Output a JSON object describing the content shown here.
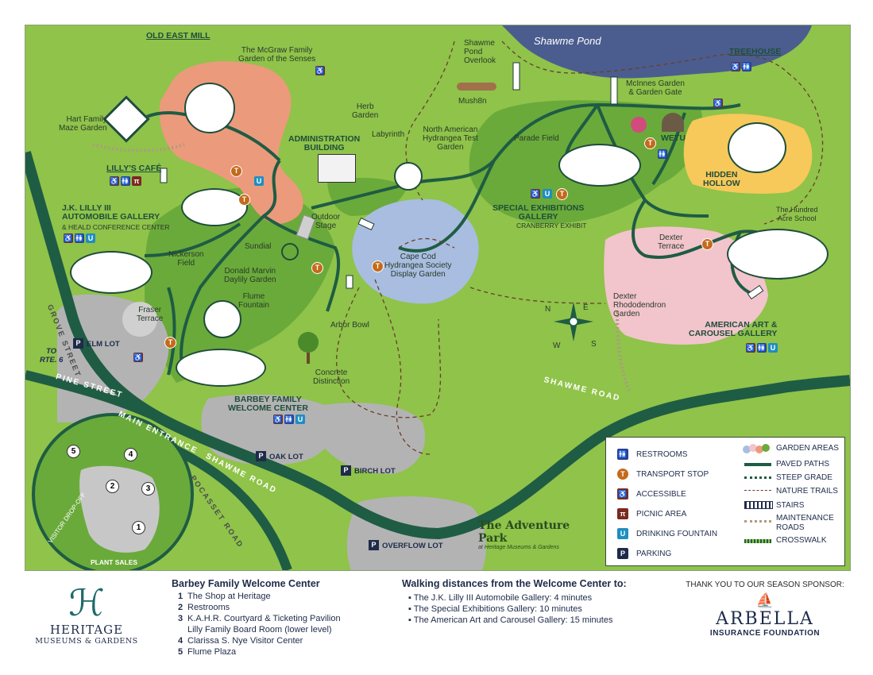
{
  "colors": {
    "grass": "#8fc34a",
    "dark_grass": "#6aaa3a",
    "pond": "#4b5d8f",
    "path": "#1f5c44",
    "road": "#1f5c44",
    "orange_garden": "#ec9a7c",
    "yellow_garden": "#f7c85a",
    "pink_garden": "#f2c4cc",
    "blue_garden": "#a8bde0",
    "parking": "#b3b3b3",
    "heading": "#1f4d3a",
    "navy": "#1e2b4a"
  },
  "map": {
    "water": {
      "pond": "Shawme Pond"
    },
    "labels": {
      "old_east_mill": "OLD EAST MILL",
      "mcgraw": "The McGraw Family\nGarden of the Senses",
      "hart_maze": "Hart Family\nMaze Garden",
      "lillys_cafe": "LILLY'S CAFÉ",
      "automobile_gallery": "J.K. LILLY III\nAUTOMOBILE GALLERY",
      "heald": "& HEALD CONFERENCE CENTER",
      "administration": "ADMINISTRATION\nBUILDING",
      "herb_garden": "Herb\nGarden",
      "labyrinth": "Labyrinth",
      "hydrangea_test": "North American\nHydrangea Test\nGarden",
      "shawme_overlook": "Shawme\nPond\nOverlook",
      "mush8n": "Mush8n",
      "mcinnes": "McInnes Garden\n& Garden Gate",
      "treehouse": "TREEHOUSE",
      "parade_field": "Parade Field",
      "wetu": "WETU",
      "hidden_hollow": "HIDDEN\nHOLLOW",
      "hundred_acre": "The Hundred\nAcre School",
      "special_exhibitions": "SPECIAL EXHIBITIONS\nGALLERY",
      "cranberry": "CRANBERRY EXHIBIT",
      "outdoor_stage": "Outdoor\nStage",
      "nickerson": "Nickerson\nField",
      "sundial": "Sundial",
      "daylily": "Donald Marvin\nDaylily Garden",
      "flume": "Flume\nFountain",
      "fraser": "Fraser\nTerrace",
      "cape_cod": "Cape Cod\nHydrangea Society\nDisplay Garden",
      "arbor_bowl": "Arbor Bowl",
      "concrete": "Concrete\nDistinction",
      "dexter_terrace": "Dexter\nTerrace",
      "dexter_rhodo": "Dexter\nRhododendron\nGarden",
      "american_art": "AMERICAN ART &\nCAROUSEL GALLERY",
      "barbey": "BARBEY FAMILY\nWELCOME CENTER",
      "plant_sales": "PLANT SALES",
      "visitor_drop": "VISITOR DROP-OFF",
      "to_rte6": "TO\nRTE. 6"
    },
    "roads": {
      "grove": "GROVE STREET",
      "pine": "PINE STREET",
      "main_entrance": "MAIN ENTRANCE",
      "shawme_road_lower": "SHAWME ROAD",
      "pocasset": "POCASSET ROAD",
      "shawme_road_upper": "SHAWME ROAD"
    },
    "parking_lots": {
      "elm": "ELM LOT",
      "oak": "OAK LOT",
      "birch": "BIRCH LOT",
      "overflow": "OVERFLOW LOT"
    },
    "icon_glyphs": {
      "transport": "T",
      "parking": "P",
      "accessible": "♿",
      "restroom": "🚻",
      "picnic": "π",
      "fountain": "U"
    },
    "inset_numbers": [
      "1",
      "2",
      "3",
      "4",
      "5"
    ],
    "compass": {
      "n": "N",
      "e": "E",
      "s": "S",
      "w": "W"
    },
    "adventure_park": {
      "title": "The Adventure Park",
      "sub": "at Heritage Museums & Gardens"
    }
  },
  "legend": {
    "items": [
      {
        "icon": "restroom-icon",
        "label": "RESTROOMS"
      },
      {
        "icon": "transport-stop-icon",
        "label": "TRANSPORT STOP"
      },
      {
        "icon": "accessible-icon",
        "label": "ACCESSIBLE"
      },
      {
        "icon": "picnic-icon",
        "label": "PICNIC AREA"
      },
      {
        "icon": "drinking-fountain-icon",
        "label": "DRINKING FOUNTAIN"
      },
      {
        "icon": "parking-icon",
        "label": "PARKING"
      },
      {
        "icon": "garden-areas-icon",
        "label": "GARDEN AREAS"
      },
      {
        "icon": "paved-path-icon",
        "label": "PAVED PATHS"
      },
      {
        "icon": "steep-grade-icon",
        "label": "STEEP GRADE"
      },
      {
        "icon": "nature-trail-icon",
        "label": "NATURE TRAILS"
      },
      {
        "icon": "stairs-icon",
        "label": "STAIRS"
      },
      {
        "icon": "maintenance-roads-icon",
        "label": "MAINTENANCE\nROADS"
      },
      {
        "icon": "crosswalk-icon",
        "label": "CROSSWALK"
      }
    ]
  },
  "footer": {
    "logo": {
      "name": "HERITAGE",
      "sub": "MUSEUMS & GARDENS"
    },
    "welcome_center": {
      "title": "Barbey Family Welcome Center",
      "items": [
        {
          "num": "1",
          "text": "The Shop at Heritage"
        },
        {
          "num": "2",
          "text": "Restrooms"
        },
        {
          "num": "3",
          "text": "K.A.H.R. Courtyard & Ticketing Pavilion"
        },
        {
          "num": "",
          "text": "Lilly Family Board Room (lower level)"
        },
        {
          "num": "4",
          "text": "Clarissa S. Nye Visitor Center"
        },
        {
          "num": "5",
          "text": "Flume Plaza"
        }
      ]
    },
    "walking": {
      "title": "Walking distances from the Welcome Center to:",
      "items": [
        "The J.K. Lilly III Automobile Gallery: 4 minutes",
        "The Special Exhibitions Gallery: 10 minutes",
        "The American Art and Carousel Gallery: 15 minutes"
      ]
    },
    "sponsor": {
      "thanks": "THANK YOU TO OUR SEASON SPONSOR:",
      "name": "ARBELLA",
      "sub": "INSURANCE FOUNDATION"
    }
  }
}
